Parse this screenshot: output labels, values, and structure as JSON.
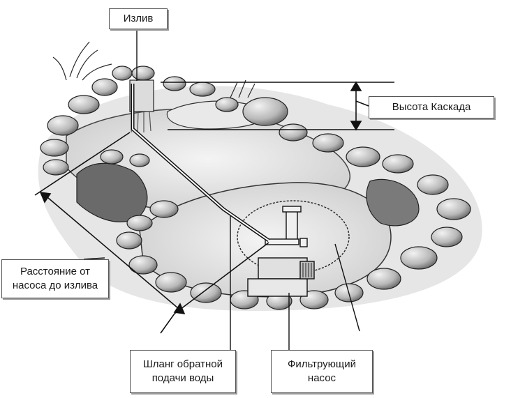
{
  "labels": {
    "spout": "Излив",
    "cascade_height": "Высота Каскада",
    "distance_line1": "Расстояние от",
    "distance_line2": "насоса до излива",
    "hose_line1": "Шланг обратной",
    "hose_line2": "подачи воды",
    "pump_line1": "Фильтрующий",
    "pump_line2": "насос"
  }
}
